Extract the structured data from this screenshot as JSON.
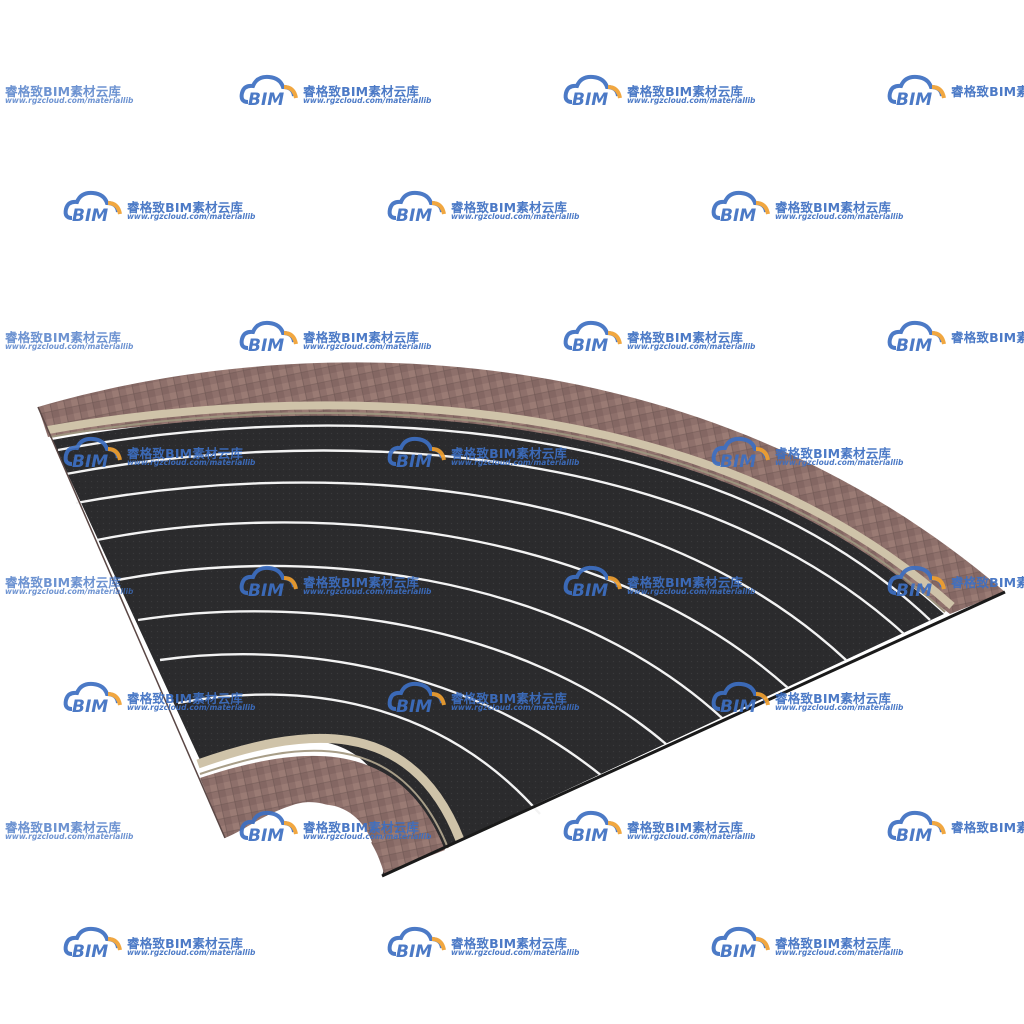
{
  "watermark": {
    "logo_text": "BIM",
    "brand": "睿格致BIM素材云库",
    "url": "www.rgzcloud.com/materiallib",
    "logo_color": "#3d6fc2",
    "logo_accent": "#f0a030"
  },
  "scene": {
    "description_colors": {
      "asphalt": "#2a2a2c",
      "paving": "#8c6e6a",
      "curb": "#cdbfa6",
      "lane_line": "#f4f4f4",
      "background": "#ffffff"
    },
    "lane_count": 8
  }
}
